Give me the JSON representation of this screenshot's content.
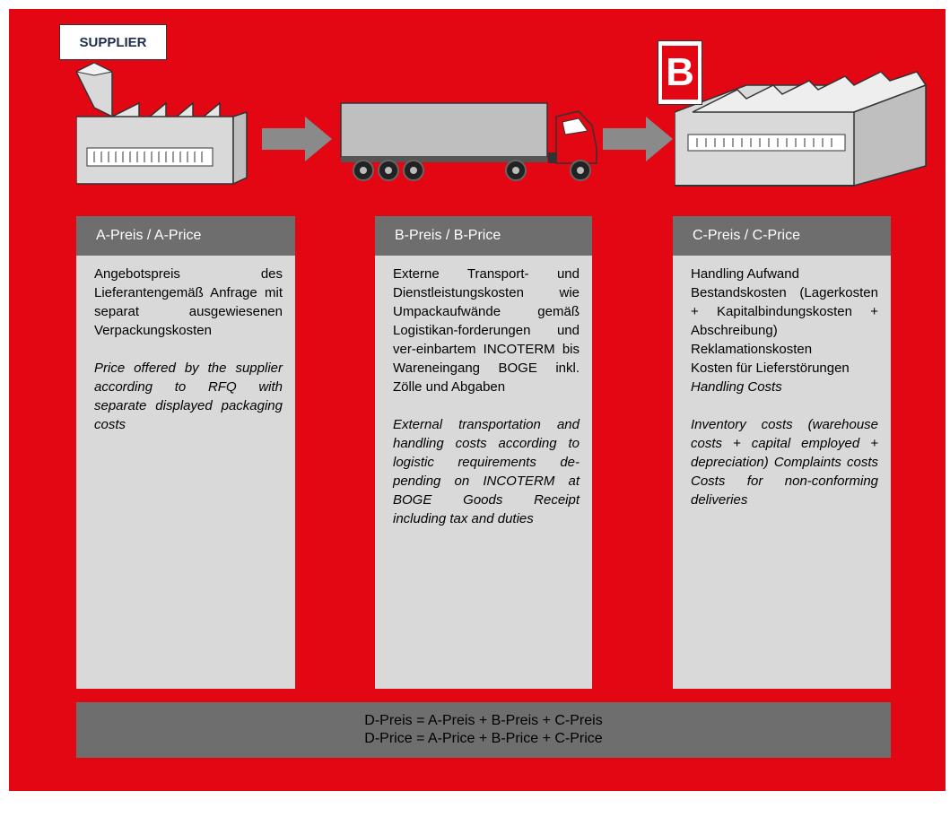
{
  "supplier_label": "SUPPLIER",
  "logo_letter": "B",
  "colors": {
    "background": "#e30613",
    "box_header": "#6e6e6e",
    "box_body": "#d9d9d9",
    "arrow": "#8a8a8a"
  },
  "icons": [
    "factory-icon",
    "arrow-right-icon",
    "truck-icon",
    "warehouse-icon",
    "boge-logo-icon"
  ],
  "columns": [
    {
      "title": "A-Preis / A-Price",
      "german": "Angebotspreis des Lieferantengemäß Anfrage mit separat ausgewiesenen Verpackungskosten",
      "english": "Price offered by the supplier according to RFQ with separate displayed packaging costs"
    },
    {
      "title": "B-Preis / B-Price",
      "german": "Externe Transport- und Dienstleistungskosten wie Umpackaufwände gemäß Logistikan-forderungen und ver-einbartem INCOTERM bis Wareneingang BOGE inkl. Zölle und Abgaben",
      "english": "External transportation and handling costs according to logistic requirements de-pending on INCOTERM at BOGE Goods Receipt including tax and duties"
    },
    {
      "title": "C-Preis / C-Price",
      "german_lines": [
        "Handling Aufwand",
        "Bestandskosten (Lagerkosten + Kapitalbindungskosten + Abschreibung)",
        "Reklamationskosten",
        "Kosten für Lieferstörungen"
      ],
      "german_italic_tail": "Handling Costs",
      "english": "Inventory costs (warehouse costs + capital employed + depreciation) Complaints costs Costs for non-conforming deliveries"
    }
  ],
  "formula": {
    "line1": "D-Preis = A-Preis + B-Preis + C-Preis",
    "line2": "D-Price = A-Price + B-Price + C-Price"
  }
}
